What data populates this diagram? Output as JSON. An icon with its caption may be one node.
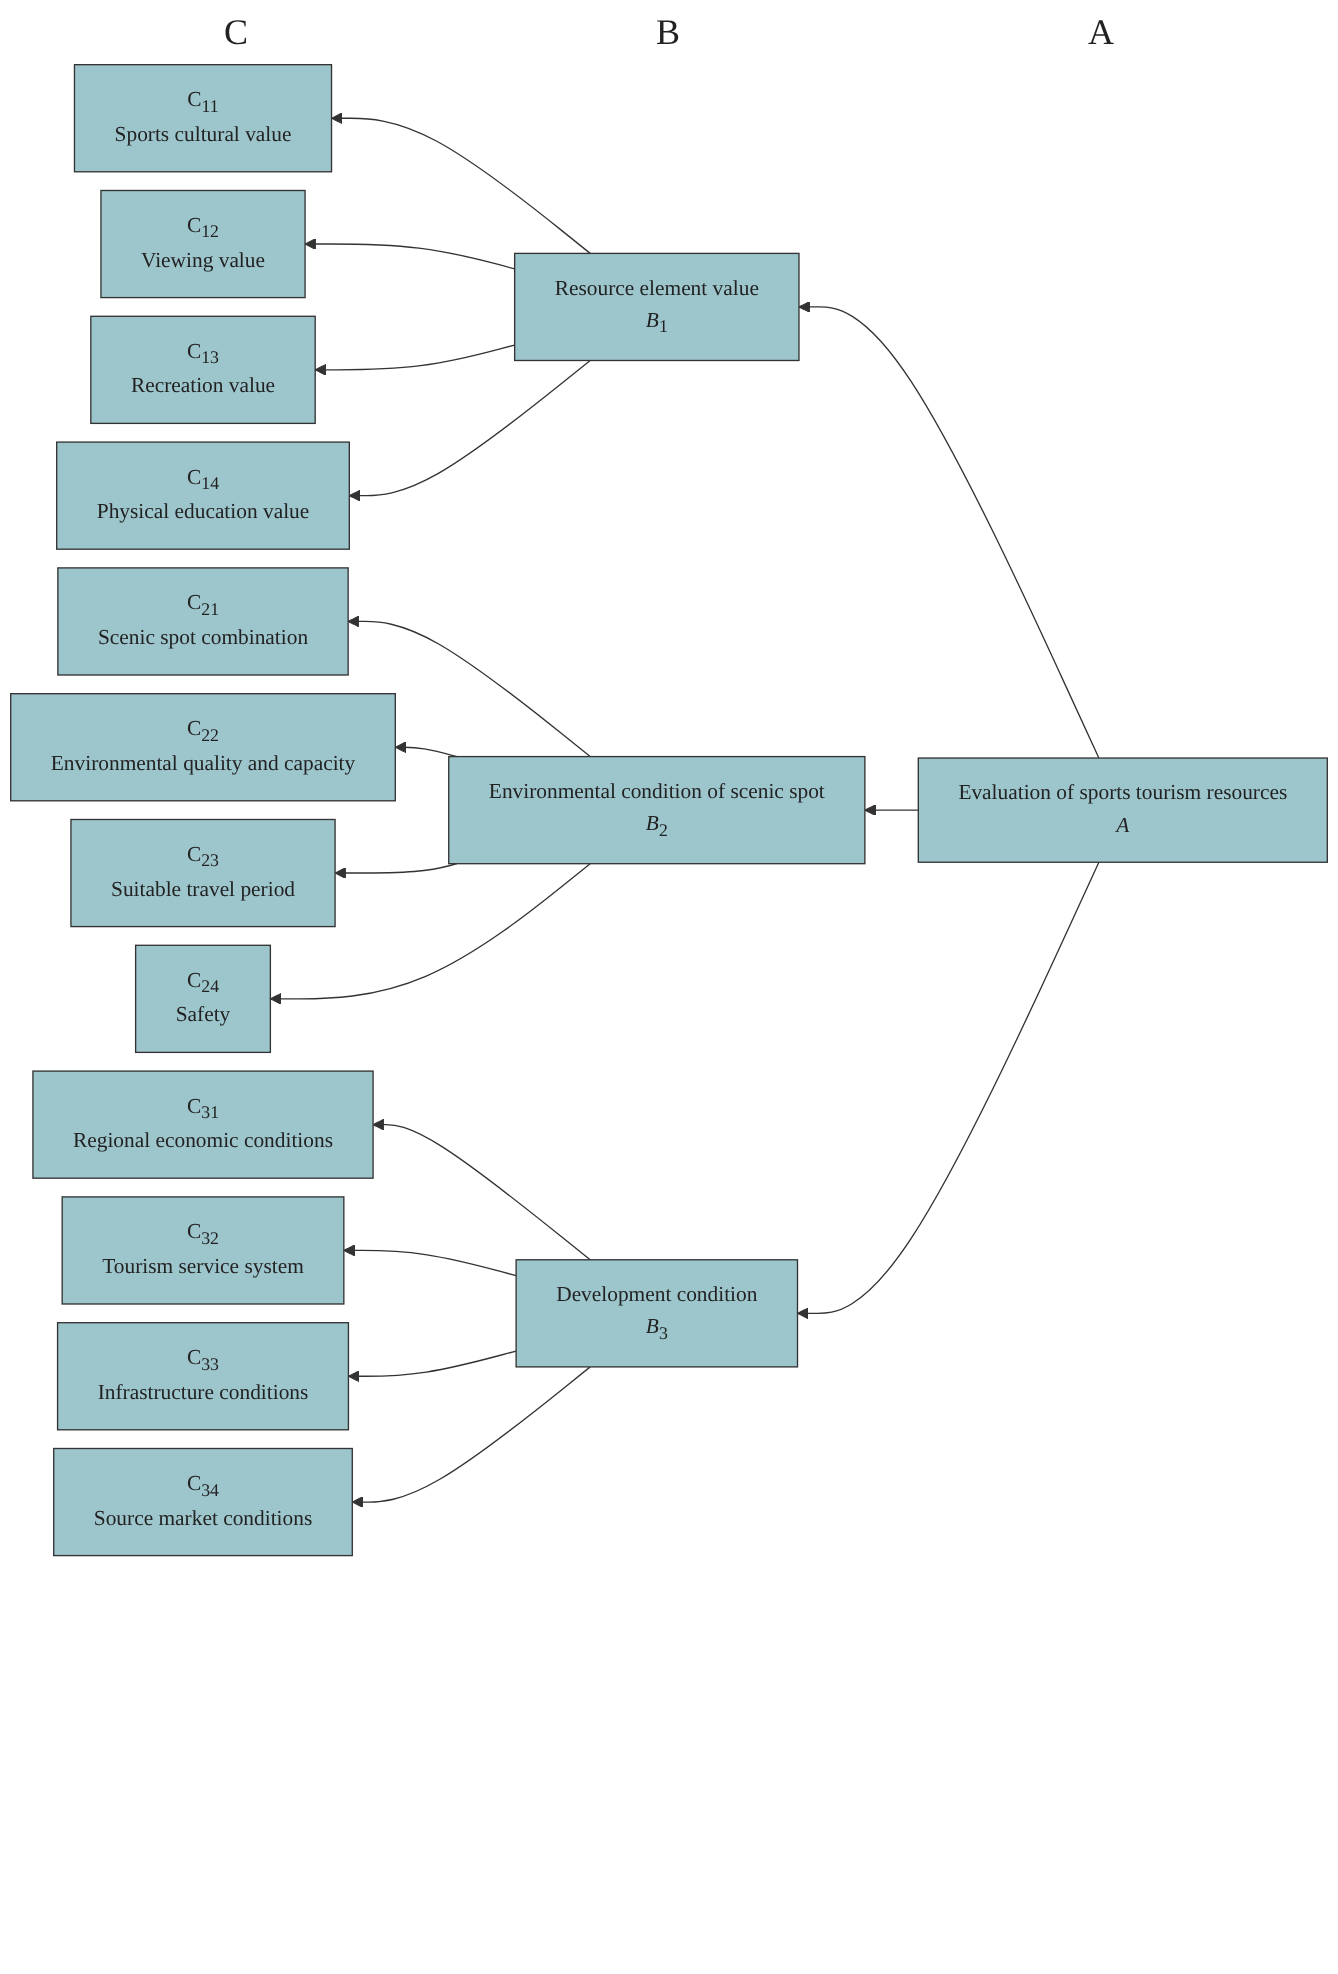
{
  "diagram": {
    "nodes": [
      {
        "text": [
          "Evaluation of sports tourism resources",
          "*A*"
        ]
      },
      {
        "text": [
          "Resource element value",
          "*B*$_{1}$"
        ]
      },
      {
        "text": [
          "Environmental condition of scenic spot",
          "*B*$_{2}$"
        ]
      },
      {
        "text": [
          "Development condition",
          "*B*$_{3}$"
        ]
      },
      {
        "text": [
          "C$_{11}$",
          "Sports cultural value"
        ]
      },
      {
        "text": [
          "C$_{12}$",
          "Viewing value"
        ]
      },
      {
        "text": [
          "C$_{13}$",
          "Recreation value"
        ]
      },
      {
        "text": [
          "C$_{14}$",
          "Physical education value"
        ]
      },
      {
        "text": [
          "C$_{21}$",
          "Scenic spot combination"
        ]
      },
      {
        "text": [
          "C$_{22}$",
          "Environmental quality and capacity"
        ]
      },
      {
        "text": [
          "C$_{23}$",
          "Suitable travel period"
        ]
      },
      {
        "text": [
          "C$_{24}$",
          "Safety"
        ]
      },
      {
        "text": [
          "C$_{31}$",
          "Regional economic conditions"
        ]
      },
      {
        "text": [
          "C$_{32}$",
          "Tourism service system"
        ]
      },
      {
        "text": [
          "C$_{33}$",
          "Infrastructure conditions"
        ]
      },
      {
        "text": [
          "C$_{34}$",
          "Source market conditions"
        ]
      }
    ],
    "edges": [
      {
        "from": 0,
        "to": 1,
        "arrow": "to"
      },
      {
        "from": 0,
        "to": 2,
        "arrow": "to"
      },
      {
        "from": 0,
        "to": 3,
        "arrow": "to"
      },
      {
        "from": 1,
        "to": 4,
        "arrow": "to"
      },
      {
        "from": 1,
        "to": 5,
        "arrow": "to"
      },
      {
        "from": 1,
        "to": 6,
        "arrow": "to"
      },
      {
        "from": 1,
        "to": 7,
        "arrow": "to"
      },
      {
        "from": 2,
        "to": 8,
        "arrow": "to"
      },
      {
        "from": 2,
        "to": 9,
        "arrow": "to"
      },
      {
        "from": 2,
        "to": 10,
        "arrow": "to"
      },
      {
        "from": 2,
        "to": 11,
        "arrow": "to"
      },
      {
        "from": 3,
        "to": 12,
        "arrow": "to"
      },
      {
        "from": 3,
        "to": 13,
        "arrow": "to"
      },
      {
        "from": 3,
        "to": 14,
        "arrow": "to"
      },
      {
        "from": 3,
        "to": 15,
        "arrow": "to"
      }
    ],
    "labels": [
      "A",
      "B",
      "C"
    ]
  }
}
